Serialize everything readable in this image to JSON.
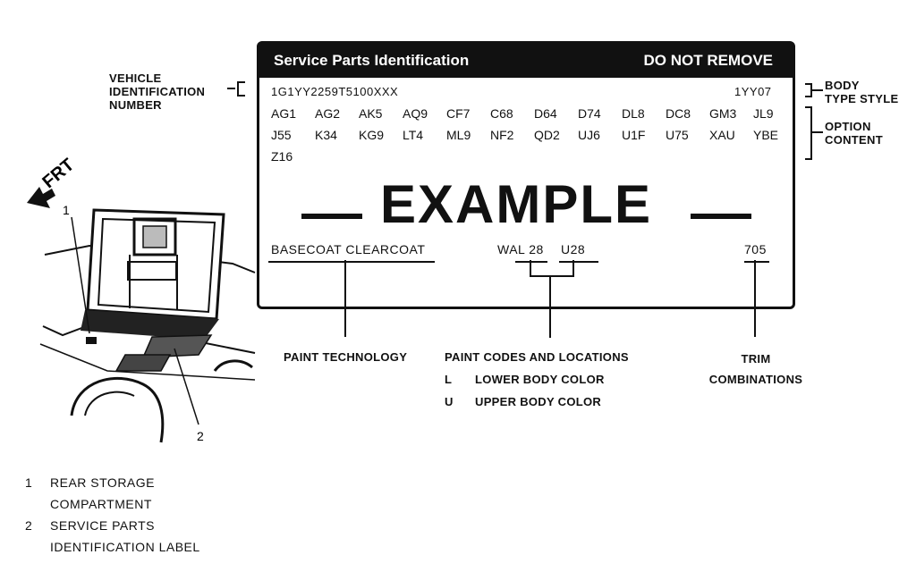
{
  "label": {
    "header_title": "Service Parts Identification",
    "header_warning": "DO NOT REMOVE",
    "vin": "1G1YY2259T5100XXX",
    "body_code": "1YY07",
    "options_row1": [
      "AG1",
      "AG2",
      "AK5",
      "AQ9",
      "CF7",
      "C68",
      "D64",
      "D74",
      "DL8",
      "DC8",
      "GM3",
      "JL9"
    ],
    "options_row2": [
      "J55",
      "K34",
      "KG9",
      "LT4",
      "ML9",
      "NF2",
      "QD2",
      "UJ6",
      "U1F",
      "U75",
      "XAU",
      "YBE"
    ],
    "options_row3": [
      "Z16"
    ],
    "example_text": "EXAMPLE",
    "paint_tech": "BASECOAT  CLEARCOAT",
    "paint_code_lower": "WAL 28",
    "paint_code_upper": "U28",
    "trim": "705"
  },
  "callouts": {
    "vin_label": [
      "VEHICLE",
      "IDENTIFICATION",
      "NUMBER"
    ],
    "body_label": [
      "BODY",
      "TYPE STYLE"
    ],
    "option_label": [
      "OPTION",
      "CONTENT"
    ],
    "paint_tech_label": "PAINT TECHNOLOGY",
    "paint_codes_label": "PAINT CODES AND LOCATIONS",
    "paint_lower_key": "L",
    "paint_lower_text": "LOWER BODY COLOR",
    "paint_upper_key": "U",
    "paint_upper_text": "UPPER BODY COLOR",
    "trim_label": [
      "TRIM",
      "COMBINATIONS"
    ]
  },
  "illustration": {
    "direction": "FRT",
    "num1": "1",
    "num2": "2"
  },
  "legend": [
    {
      "num": "1",
      "lines": [
        "REAR STORAGE",
        "COMPARTMENT"
      ]
    },
    {
      "num": "2",
      "lines": [
        "SERVICE PARTS",
        "IDENTIFICATION LABEL"
      ]
    }
  ]
}
